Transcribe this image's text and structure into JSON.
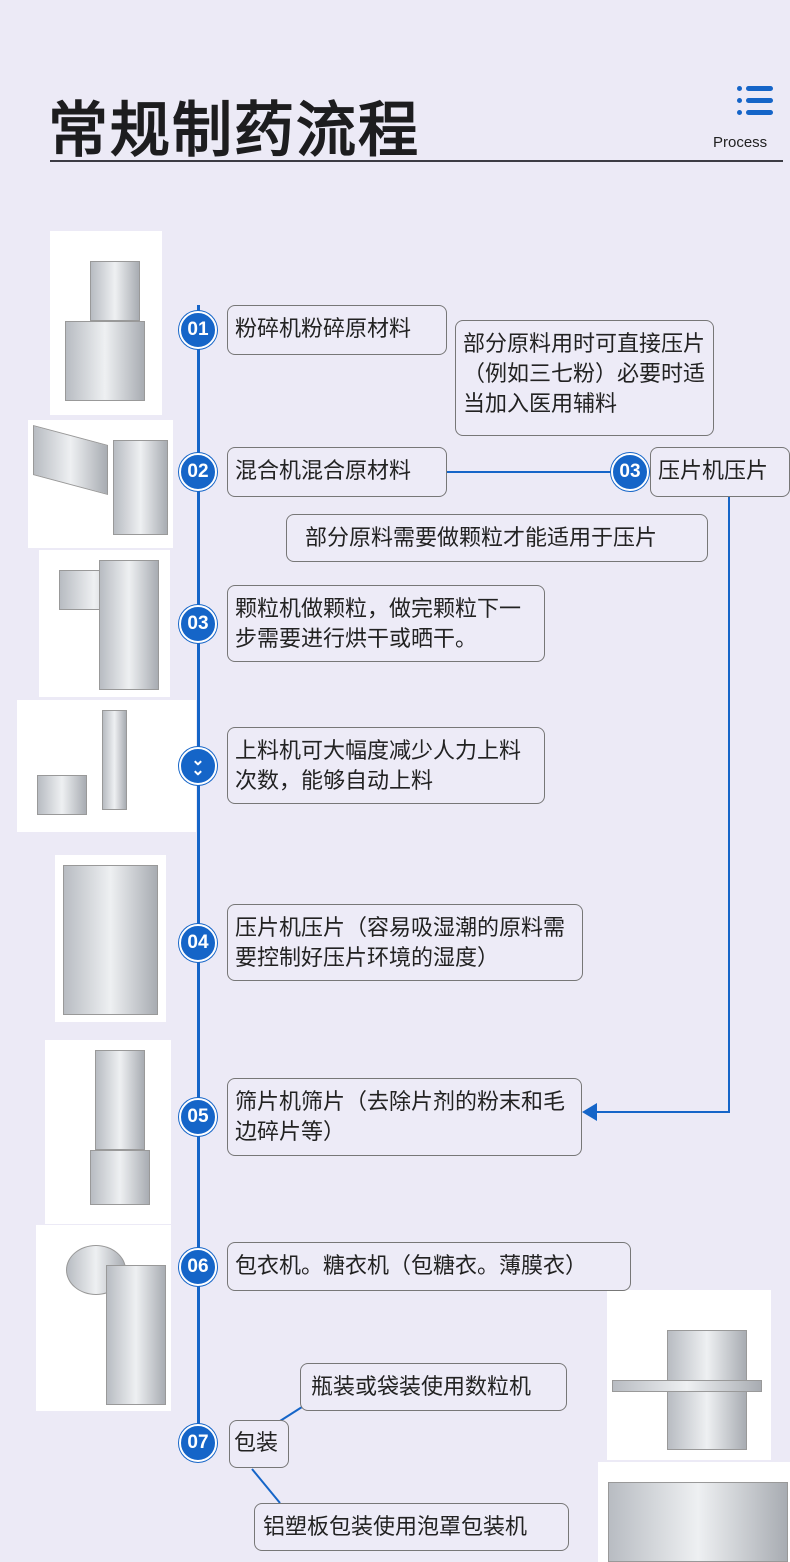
{
  "header": {
    "title": "常规制药流程",
    "subtitle": "Process",
    "icon": "list-icon"
  },
  "colors": {
    "accent": "#1565C8",
    "background": "#ECEAF6"
  },
  "steps": [
    {
      "num": "01",
      "label": "粉碎机粉碎原材料"
    },
    {
      "num": "02",
      "label": "混合机混合原材料"
    },
    {
      "num": "03",
      "label": "颗粒机做颗粒，做完颗粒下一步需要进行烘干或晒干。"
    },
    {
      "num": "chevron-down-icon",
      "label": "上料机可大幅度减少人力上料次数，能够自动上料"
    },
    {
      "num": "04",
      "label": "压片机压片（容易吸湿潮的原料需要控制好压片环境的湿度）"
    },
    {
      "num": "05",
      "label": "筛片机筛片（去除片剂的粉末和毛边碎片等）"
    },
    {
      "num": "06",
      "label": "包衣机。糖衣机（包糖衣。薄膜衣）"
    },
    {
      "num": "07",
      "label": "包装"
    }
  ],
  "branch": {
    "num": "03",
    "label": "压片机压片"
  },
  "notes": {
    "direct": "部分原料用时可直接压片（例如三七粉）必要时适当加入医用辅料",
    "granule": "部分原料需要做颗粒才能适用于压片"
  },
  "packaging": {
    "bottle": "瓶装或袋装使用数粒机",
    "blister": "铝塑板包装使用泡罩包装机"
  }
}
